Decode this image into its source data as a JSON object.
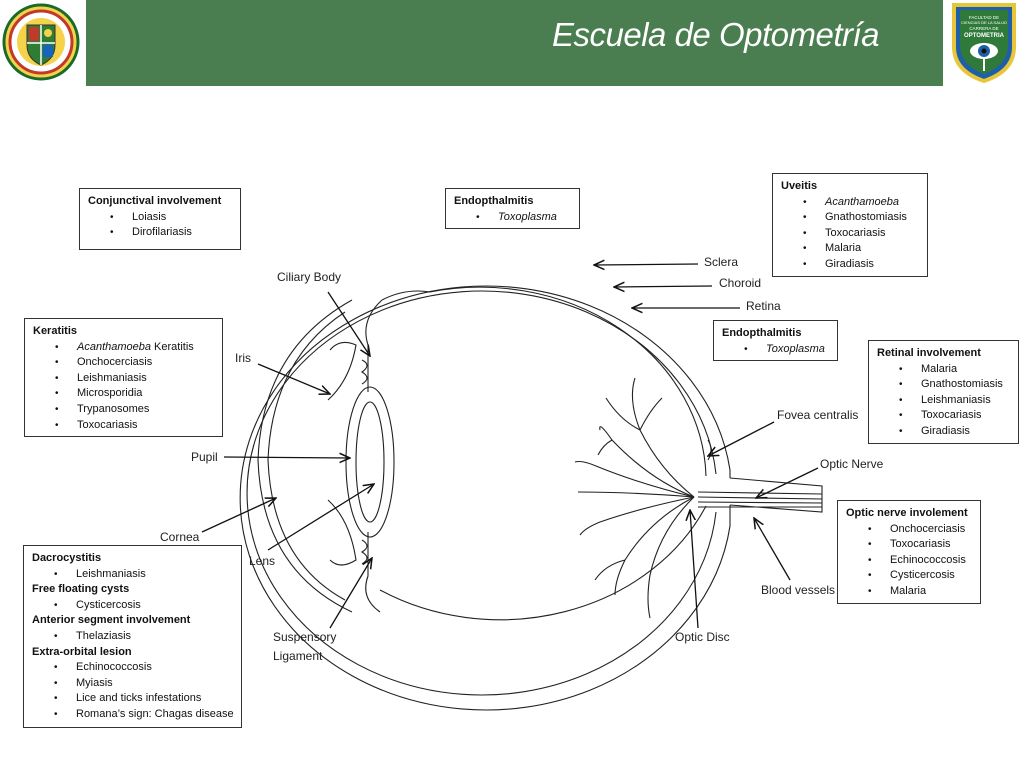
{
  "header": {
    "title": "Escuela de Optometría",
    "left_logo": "university-seal",
    "right_logo": {
      "text_lines": [
        "FACULTAD DE",
        "CIENCIAS DE LA SALUD",
        "CARRERA DE",
        "OPTOMETRIA"
      ]
    },
    "banner_color": "#4a7d4f"
  },
  "labels": {
    "ciliary_body": "Ciliary Body",
    "iris": "Iris",
    "pupil": "Pupil",
    "cornea": "Cornea",
    "lens": "Lens",
    "suspensory_ligament": [
      "Suspensory",
      "Ligament"
    ],
    "sclera": "Sclera",
    "choroid": "Choroid",
    "retina": "Retina",
    "fovea_centralis": "Fovea centralis",
    "optic_nerve": "Optic Nerve",
    "blood_vessels": "Blood vessels",
    "optic_disc": "Optic Disc"
  },
  "boxes": {
    "conjunctival": {
      "title": "Conjunctival involvement",
      "items": [
        "Loiasis",
        "Dirofilariasis"
      ]
    },
    "endophthalmitis_top": {
      "title": "Endopthalmitis",
      "items": [
        "Toxoplasma"
      ]
    },
    "uveitis": {
      "title": "Uveitis",
      "items": [
        "Acanthamoeba",
        "Gnathostomiasis",
        "Toxocariasis",
        "Malaria",
        "Giradiasis"
      ]
    },
    "keratitis": {
      "title": "Keratitis",
      "items": [
        "Acanthamoeba",
        "Onchocerciasis",
        "Leishmaniasis",
        "Microsporidia",
        "Trypanosomes",
        "Toxocariasis"
      ],
      "first_item_suffix": " Keratitis"
    },
    "endophthalmitis_mid": {
      "title": "Endopthalmitis",
      "items": [
        "Toxoplasma"
      ]
    },
    "retinal": {
      "title": "Retinal involvement",
      "items": [
        "Malaria",
        "Gnathostomiasis",
        "Leishmaniasis",
        "Toxocariasis",
        "Giradiasis"
      ]
    },
    "optic_nerve": {
      "title": "Optic nerve involement",
      "items": [
        "Onchocerciasis",
        "Toxocariasis",
        "Echinococcosis",
        "Cysticercosis",
        "Malaria"
      ]
    },
    "dacro": {
      "sections": [
        {
          "title": "Dacrocystitis",
          "items": [
            "Leishmaniasis"
          ]
        },
        {
          "title": "Free floating cysts",
          "items": [
            "Cysticercosis"
          ]
        },
        {
          "title": "Anterior segment involvement",
          "items": [
            "Thelaziasis"
          ]
        },
        {
          "title": "Extra-orbital lesion",
          "items": [
            "Echinococcosis",
            "Myiasis",
            "Lice and ticks infestations",
            "Romana’s sign: Chagas disease"
          ]
        }
      ]
    }
  }
}
